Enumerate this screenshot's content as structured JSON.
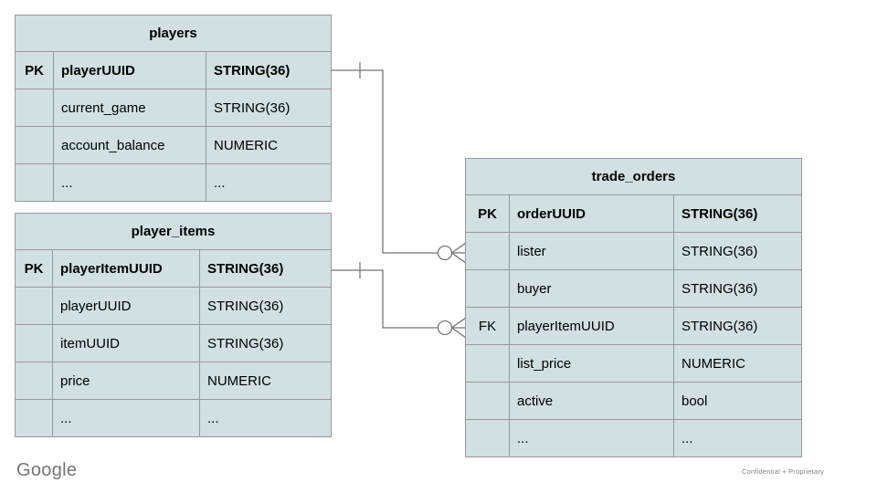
{
  "slide": {
    "background": "#ffffff",
    "footer": {
      "brand": "Google",
      "note": "Confidential + Proprietary"
    }
  },
  "theme": {
    "table_fill": "#d0e0e3",
    "table_border": "#999999",
    "connector_color": "#757575",
    "text_color": "#000000"
  },
  "tables": [
    {
      "id": "players",
      "title": "players",
      "rows": [
        {
          "key": "PK",
          "name": "playerUUID",
          "type": "STRING(36)",
          "bold": true
        },
        {
          "key": "",
          "name": "current_game",
          "type": "STRING(36)",
          "bold": false
        },
        {
          "key": "",
          "name": "account_balance",
          "type": "NUMERIC",
          "bold": false
        },
        {
          "key": "",
          "name": "...",
          "type": "...",
          "bold": false
        }
      ]
    },
    {
      "id": "player_items",
      "title": "player_items",
      "rows": [
        {
          "key": "PK",
          "name": "playerItemUUID",
          "type": "STRING(36)",
          "bold": true
        },
        {
          "key": "",
          "name": "playerUUID",
          "type": "STRING(36)",
          "bold": false
        },
        {
          "key": "",
          "name": "itemUUID",
          "type": "STRING(36)",
          "bold": false
        },
        {
          "key": "",
          "name": "price",
          "type": "NUMERIC",
          "bold": false
        },
        {
          "key": "",
          "name": "...",
          "type": "...",
          "bold": false
        }
      ]
    },
    {
      "id": "trade_orders",
      "title": "trade_orders",
      "rows": [
        {
          "key": "PK",
          "name": "orderUUID",
          "type": "STRING(36)",
          "bold": true
        },
        {
          "key": "",
          "name": "lister",
          "type": "STRING(36)",
          "bold": false
        },
        {
          "key": "",
          "name": "buyer",
          "type": "STRING(36)",
          "bold": false
        },
        {
          "key": "FK",
          "name": "playerItemUUID",
          "type": "STRING(36)",
          "bold": false
        },
        {
          "key": "",
          "name": "list_price",
          "type": "NUMERIC",
          "bold": false
        },
        {
          "key": "",
          "name": "active",
          "type": "bool",
          "bold": false
        },
        {
          "key": "",
          "name": "...",
          "type": "...",
          "bold": false
        }
      ]
    }
  ],
  "relationships": [
    {
      "from_table": "players",
      "from_field": "playerUUID",
      "to_table": "trade_orders",
      "to_field": "lister",
      "from_cardinality": "exactly-one",
      "to_cardinality": "zero-or-many"
    },
    {
      "from_table": "player_items",
      "from_field": "playerItemUUID",
      "to_table": "trade_orders",
      "to_field": "playerItemUUID",
      "from_cardinality": "exactly-one",
      "to_cardinality": "zero-or-many"
    }
  ]
}
